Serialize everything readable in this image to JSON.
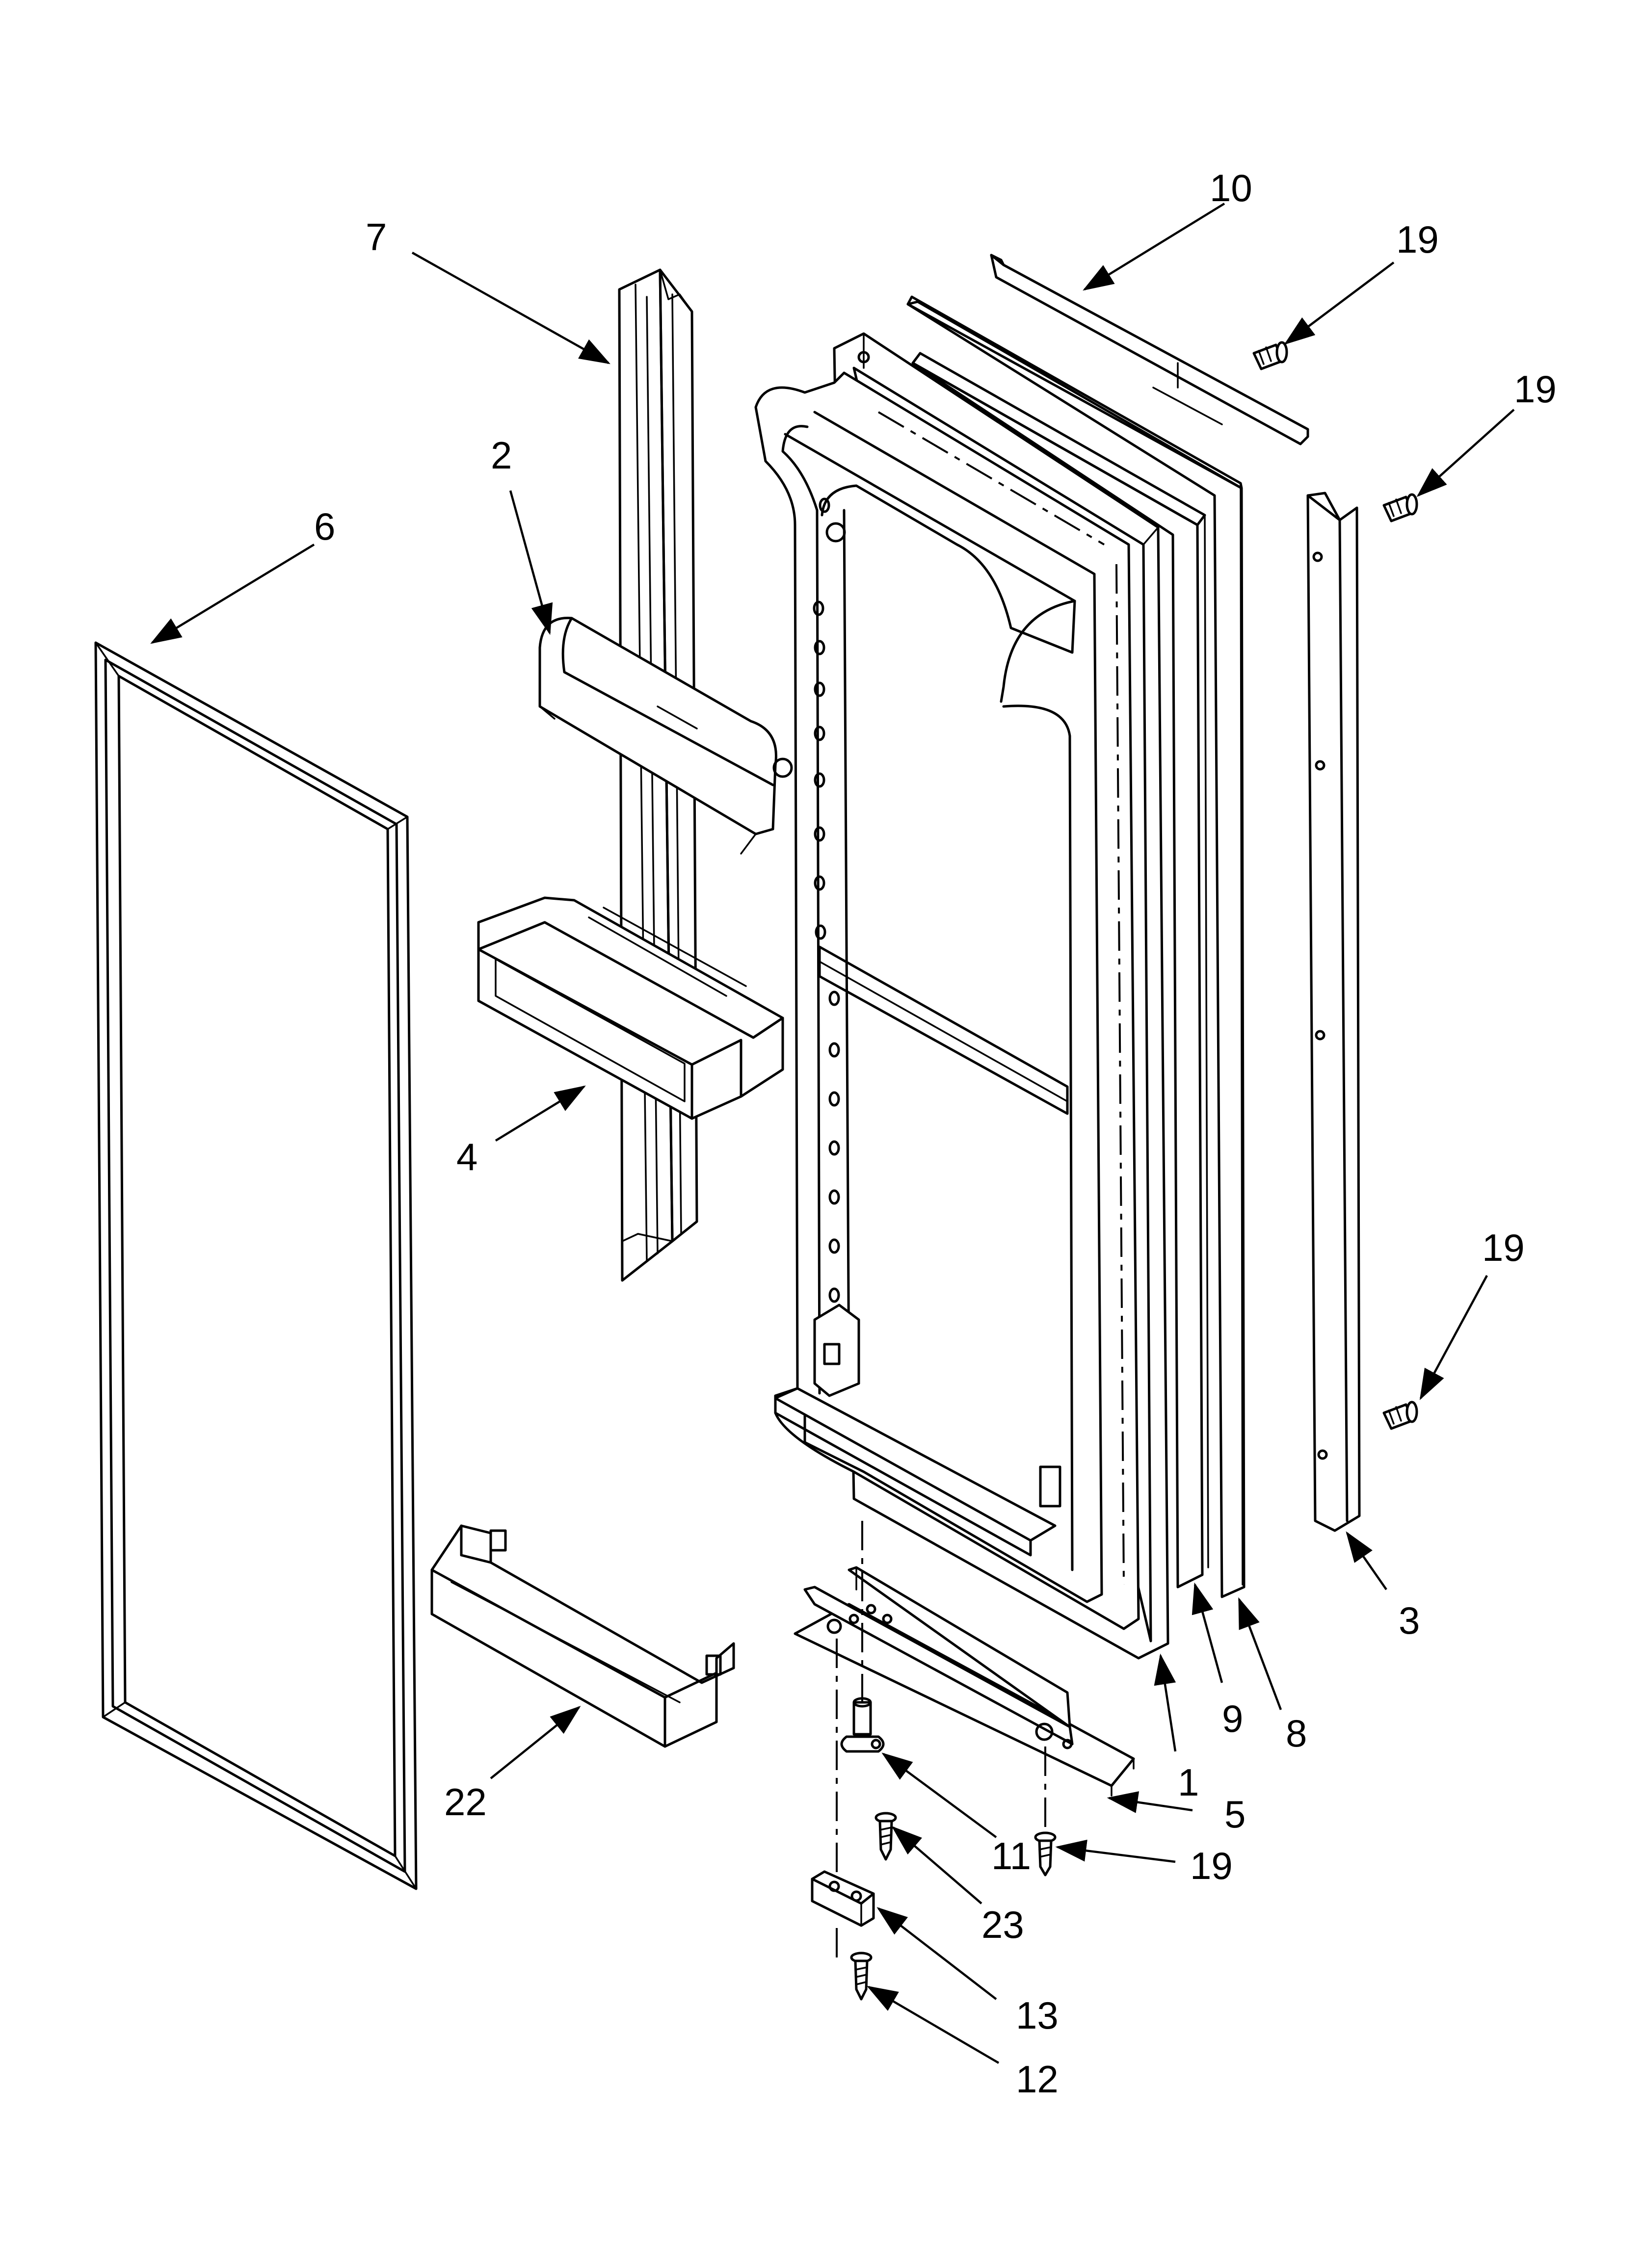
{
  "callouts": {
    "c1": "1",
    "c2": "2",
    "c3": "3",
    "c4": "4",
    "c5": "5",
    "c6": "6",
    "c7": "7",
    "c8": "8",
    "c9": "9",
    "c10": "10",
    "c11": "11",
    "c12": "12",
    "c13": "13",
    "c19a": "19",
    "c19b": "19",
    "c19c": "19",
    "c19d": "19",
    "c22": "22",
    "c23": "23"
  }
}
